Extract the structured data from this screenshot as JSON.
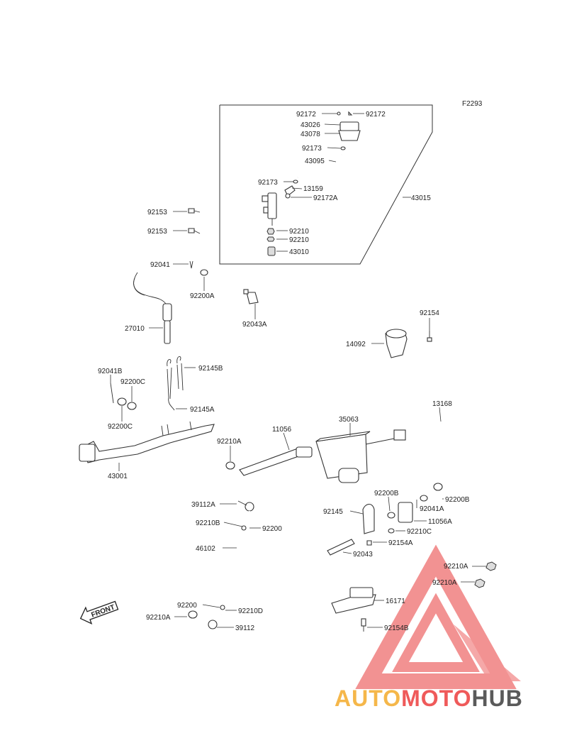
{
  "figure_code": "F2293",
  "front_label": "FRONT",
  "watermark": {
    "parts": [
      "AUTO",
      "MOTO",
      "HUB"
    ],
    "colors": {
      "auto": "#f5b74a",
      "moto": "#ef5a5a",
      "hub": "#5a5a5a",
      "logo": "#f08080"
    }
  },
  "part_labels": {
    "p92172a": "92172",
    "p92172b": "92172",
    "p43026": "43026",
    "p43078": "43078",
    "p92173a": "92173",
    "p43095": "43095",
    "p92173b": "92173",
    "p13159": "13159",
    "p92172A": "92172A",
    "p43015": "43015",
    "p92153a": "92153",
    "p92153b": "92153",
    "p92210a": "92210",
    "p92210b": "92210",
    "p43010": "43010",
    "p92041": "92041",
    "p92200A": "92200A",
    "p92043A": "92043A",
    "p27010": "27010",
    "p92154": "92154",
    "p14092": "14092",
    "p92041B": "92041B",
    "p92200C1": "92200C",
    "p92145B": "92145B",
    "p92145A": "92145A",
    "p92200C2": "92200C",
    "p43001": "43001",
    "p13168": "13168",
    "p35063": "35063",
    "p11056": "11056",
    "p92210A_1": "92210A",
    "p39112A": "39112A",
    "p92210B": "92210B",
    "p92200_1": "92200",
    "p46102": "46102",
    "p92200B_1": "92200B",
    "p92200B_2": "92200B",
    "p92041A": "92041A",
    "p92145": "92145",
    "p11056A": "11056A",
    "p92210C": "92210C",
    "p92154A": "92154A",
    "p92043": "92043",
    "p92210A_2": "92210A",
    "p92210A_3": "92210A",
    "p16171": "16171",
    "p92154B": "92154B",
    "p92200_2": "92200",
    "p92210D": "92210D",
    "p92210A_4": "92210A",
    "p39112": "39112"
  }
}
